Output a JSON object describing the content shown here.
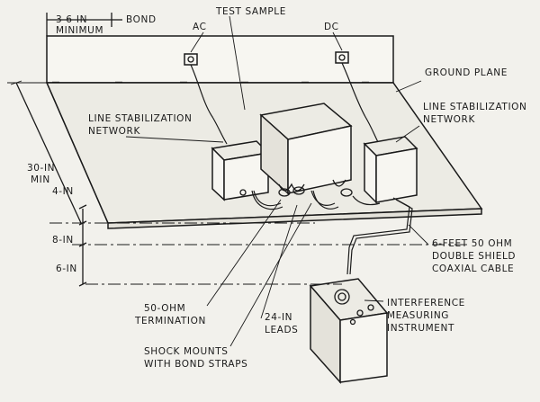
{
  "labels": {
    "dim_36in": "3 6-IN",
    "dim_36in_sub": "MINIMUM",
    "bond": "BOND",
    "ac": "AC",
    "test_sample": "TEST SAMPLE",
    "dc": "DC",
    "ground_plane": "GROUND PLANE",
    "lsn_left_1": "LINE STABILIZATION",
    "lsn_left_2": "NETWORK",
    "lsn_right_1": "LINE STABILIZATION",
    "lsn_right_2": "NETWORK",
    "dim_30in_1": "30-IN",
    "dim_30in_2": "MIN",
    "dim_4in": "4-IN",
    "dim_8in": "8-IN",
    "dim_6in": "6-IN",
    "coax_1": "6-FEET 50 OHM",
    "coax_2": "DOUBLE SHIELD",
    "coax_3": "COAXIAL CABLE",
    "term_1": "50-OHM",
    "term_2": "TERMINATION",
    "leads_1": "24-IN",
    "leads_2": "LEADS",
    "shock_1": "SHOCK MOUNTS",
    "shock_2": "WITH BOND STRAPS",
    "imi_1": "INTERFERENCE",
    "imi_2": "MEASURING",
    "imi_3": "INSTRUMENT"
  }
}
